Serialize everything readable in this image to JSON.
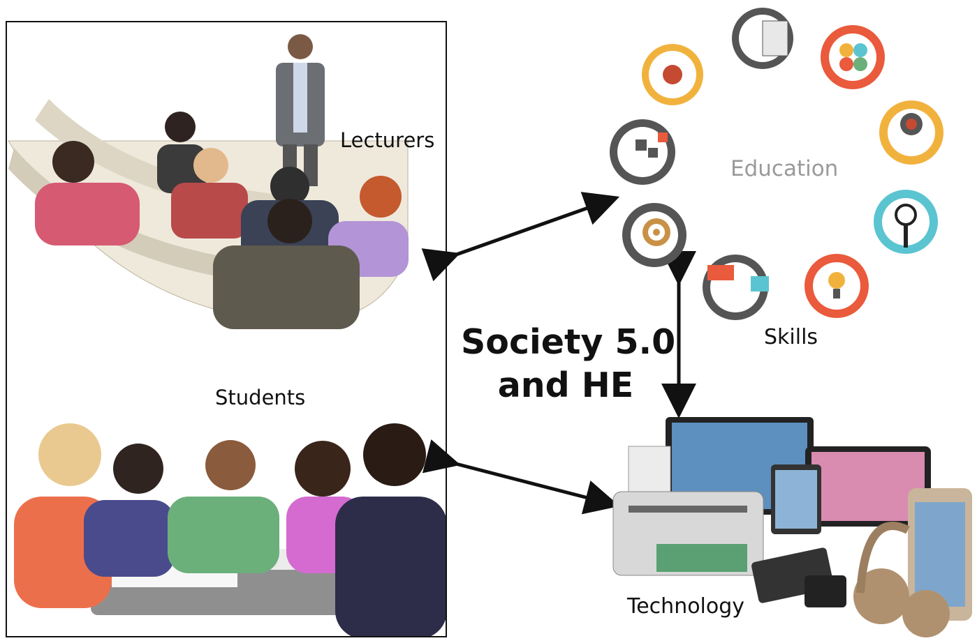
{
  "labels": {
    "lecturers": "Lecturers",
    "students": "Students",
    "education": "Education",
    "skills": "Skills",
    "technology": "Technology",
    "title_line1": "Society 5.0",
    "title_line2": "and HE"
  },
  "icons": [
    {
      "name": "gear-head-icon",
      "ring": "#f1b23d"
    },
    {
      "name": "document-head-icon",
      "ring": "#555555"
    },
    {
      "name": "colorful-brain-head-icon",
      "ring": "#ea5a3c"
    },
    {
      "name": "target-head-icon",
      "ring": "#f1b23d"
    },
    {
      "name": "puzzle-head-icon",
      "ring": "#555555"
    },
    {
      "name": "magnifier-head-icon",
      "ring": "#5bc4d1"
    },
    {
      "name": "maze-head-icon",
      "ring": "#555555"
    },
    {
      "name": "lightbulb-head-icon",
      "ring": "#ea5a3c"
    },
    {
      "name": "creative-head-icon",
      "ring": "#555555"
    }
  ]
}
